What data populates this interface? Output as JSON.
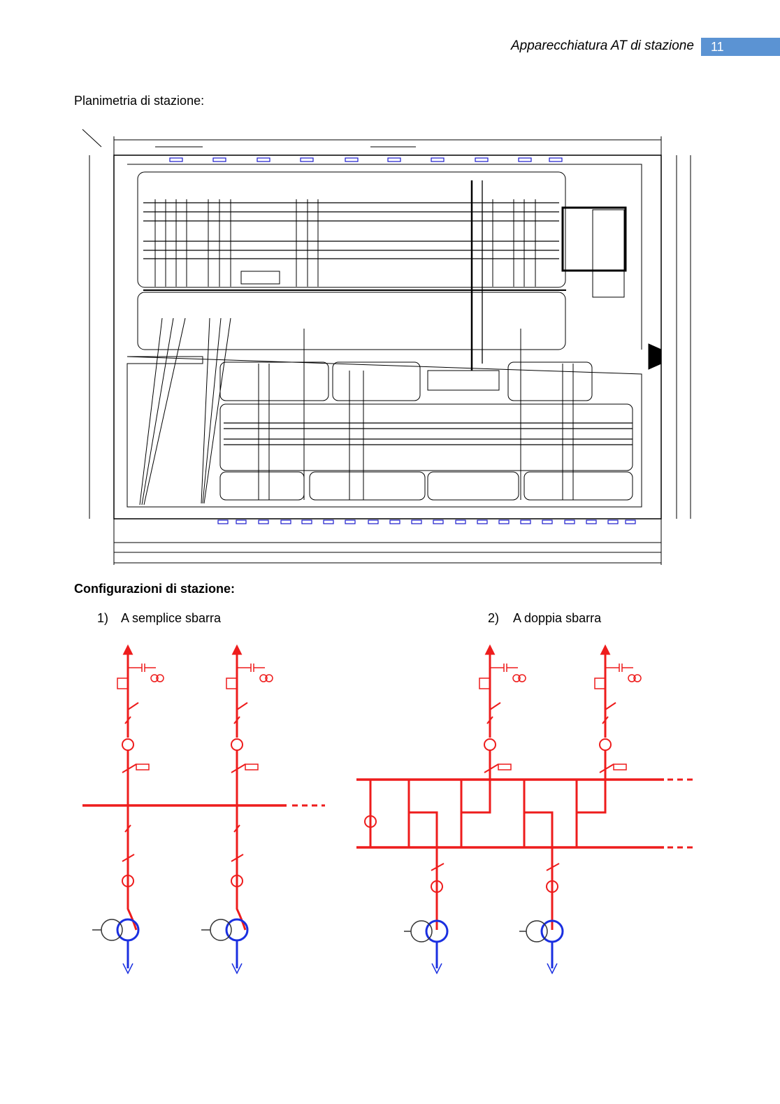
{
  "header": {
    "title": "Apparecchiatura AT di stazione",
    "page_number": "11"
  },
  "section1": {
    "title": "Planimetria di stazione:"
  },
  "section2": {
    "title": "Configurazioni di stazione:"
  },
  "configs": [
    {
      "number": "1)",
      "label": "A semplice sbarra"
    },
    {
      "number": "2)",
      "label": "A doppia sbarra"
    }
  ],
  "colors": {
    "accent": "#5b93d3",
    "diagram_red": "#ee1c1c",
    "diagram_blue": "#1a2fe0",
    "drawing_blue": "#1a1acc"
  }
}
